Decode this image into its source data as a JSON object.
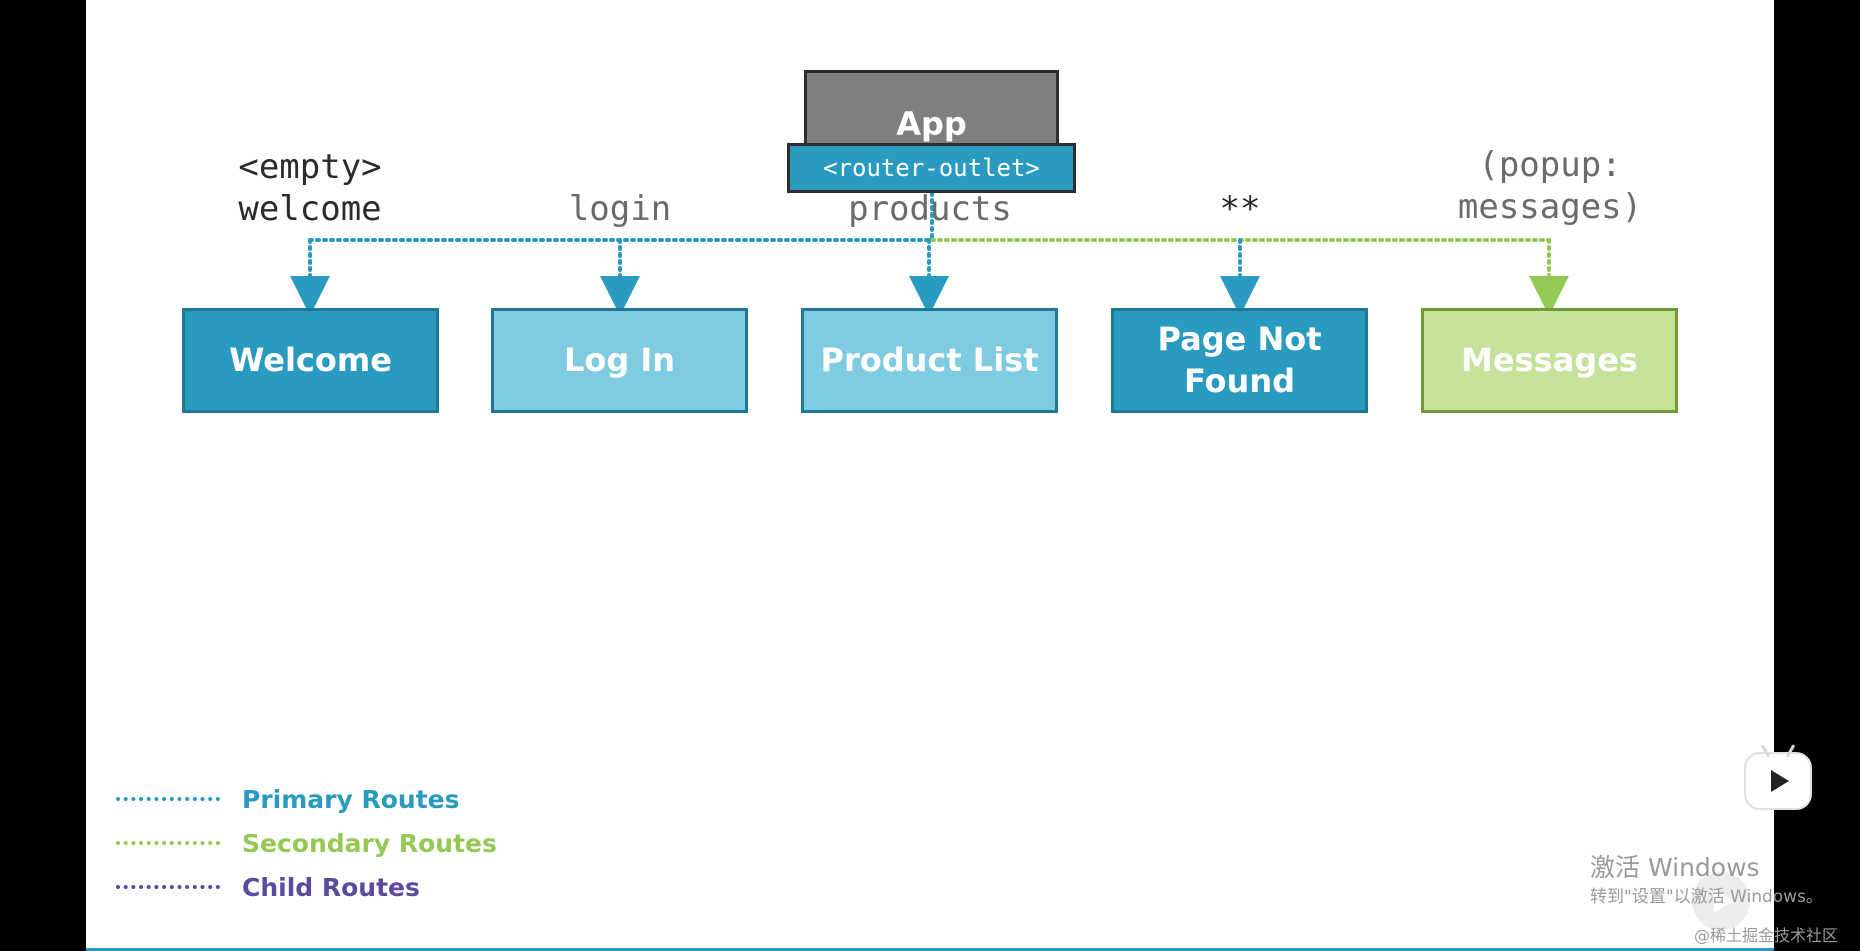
{
  "colors": {
    "primary": "#2a9bc0",
    "primary_light": "#7ecbe2",
    "secondary": "#94c955",
    "secondary_light": "#c5e19a",
    "child": "#5c4a9e",
    "app_gray": "#7f7f7f"
  },
  "app": {
    "title": "App",
    "outlet": "<router-outlet>"
  },
  "routes": [
    {
      "path_line1": "<empty>",
      "path_line2": "welcome",
      "component": "Welcome",
      "kind": "primary",
      "fill": "dark"
    },
    {
      "path_line1": "",
      "path_line2": "login",
      "component": "Log In",
      "kind": "primary",
      "fill": "light"
    },
    {
      "path_line1": "",
      "path_line2": "products",
      "component": "Product List",
      "kind": "primary",
      "fill": "light"
    },
    {
      "path_line1": "",
      "path_line2": "**",
      "component": "Page Not\nFound",
      "kind": "primary",
      "fill": "dark"
    },
    {
      "path_line1": "(popup:",
      "path_line2": "messages)",
      "component": "Messages",
      "kind": "secondary",
      "fill": "light"
    }
  ],
  "legend": [
    {
      "label": "Primary Routes",
      "color": "#2a9bc0"
    },
    {
      "label": "Secondary Routes",
      "color": "#94c955"
    },
    {
      "label": "Child Routes",
      "color": "#5c4a9e"
    }
  ],
  "overlay": {
    "watermark_title": "激活 Windows",
    "watermark_sub": "转到\"设置\"以激活 Windows。",
    "credit": "@稀土掘金技术社区",
    "play_icon": "play-icon"
  }
}
